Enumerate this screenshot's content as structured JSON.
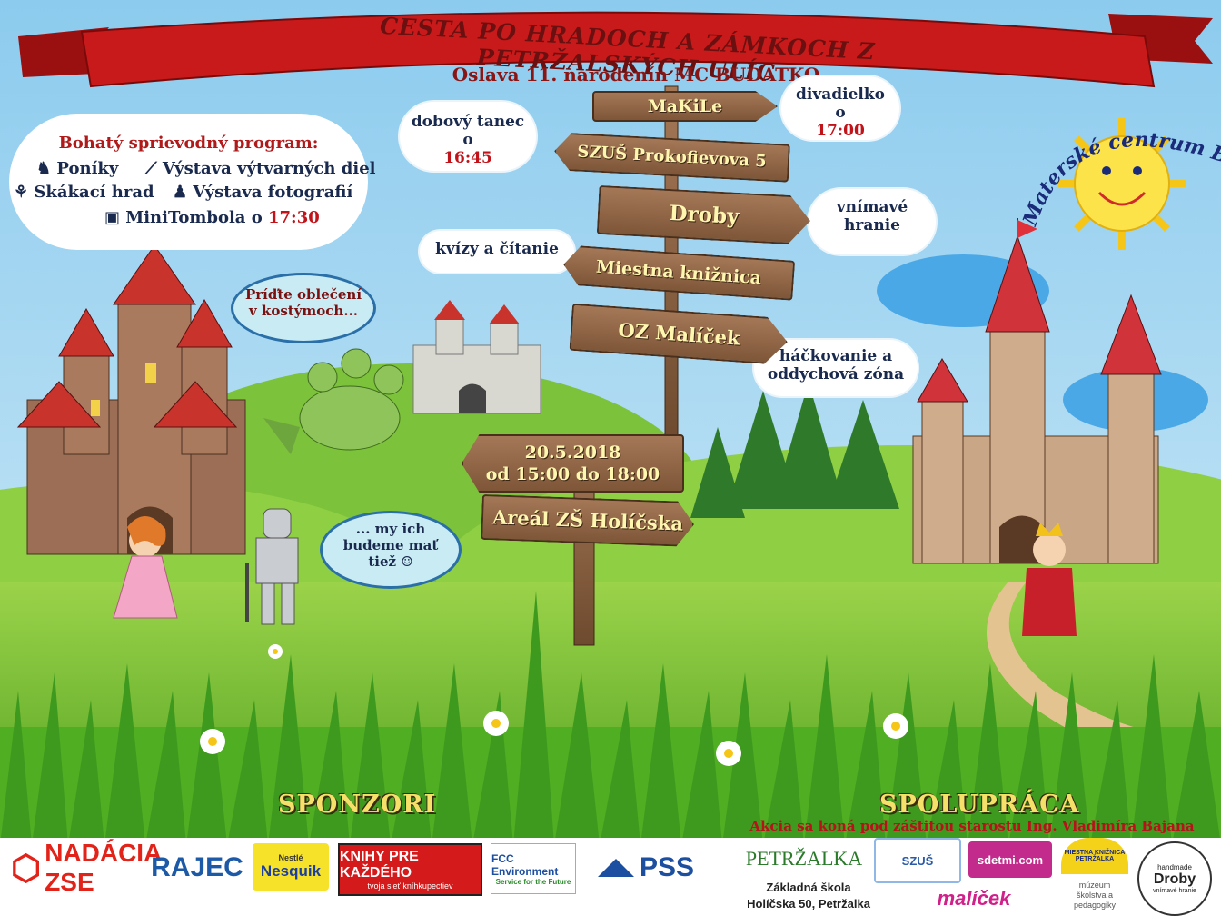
{
  "banner": {
    "title": "CESTA PO HRADOCH A ZÁMKOCH Z PETRŽALSKÝCH ULÍC",
    "subtitle": "Oslava 11. narodenín MC BUDATKO",
    "ribbon_color": "#c81a1a"
  },
  "program": {
    "title": "Bohatý sprievodný program:",
    "items": [
      {
        "icon": "horse-icon",
        "label": "Poníky"
      },
      {
        "icon": "brush-icon",
        "label": "Výstava výtvarných diel"
      },
      {
        "icon": "jumping-icon",
        "label": "Skákací hrad"
      },
      {
        "icon": "person-icon",
        "label": "Výstava fotografií"
      },
      {
        "icon": "gift-icon",
        "label": "MiniTombola o ",
        "time": "17:30"
      }
    ]
  },
  "signpost": {
    "boards": [
      {
        "label": "MaKiLe"
      },
      {
        "label": "SZUŠ Prokofievova 5"
      },
      {
        "label": "Droby"
      },
      {
        "label": "Miestna knižnica"
      },
      {
        "label": "OZ Malíček"
      },
      {
        "label": "20.5.2018"
      },
      {
        "label": "od 15:00 do 18:00"
      },
      {
        "label": "Areál ZŠ Holíčska"
      }
    ]
  },
  "clouds": {
    "theatre": {
      "line1": "divadielko",
      "line2": "o ",
      "time": "17:00"
    },
    "dance": {
      "line1": "dobový tanec",
      "line2": "o ",
      "time": "16:45"
    },
    "play": {
      "line1": "vnímavé",
      "line2": "hranie"
    },
    "quiz": {
      "line1": "kvízy a čítanie"
    },
    "crochet": {
      "line1": "háčkovanie a",
      "line2": "oddychová zóna"
    }
  },
  "bubbles": {
    "dragon": {
      "line1": "Príďte oblečení",
      "line2": "v kostýmoch..."
    },
    "knight": {
      "line1": "... my ich",
      "line2": "budeme mať",
      "line3": "tiež ☺"
    }
  },
  "mc_title": "Materské centrum Budatko",
  "sponsors": {
    "label": "SPONZORI",
    "logos": [
      "NADÁCIA ZSE",
      "RAJEC",
      "Nesquik",
      "KNIHY PRE KAŽDÉHO",
      "FCC Environment",
      "PSS"
    ],
    "knihy_sub": "tvoja sieť kníhkupectiev",
    "fcc_sub": "Service for the Future",
    "nestle": "Nestlé"
  },
  "cooperation": {
    "label": "SPOLUPRÁCA",
    "patron": "Akcia sa koná pod záštitou starostu Ing. Vladimíra Bajana",
    "logos": [
      "PETRŽALKA",
      "SZUŠ",
      "sdetmi.com",
      "MIESTNA KNIŽNICA PETRŽALKA",
      "Droby"
    ],
    "school_line1": "Základná škola",
    "school_line2": "Holíčska 50, Petržalka",
    "malicek": "malíček",
    "muzeum_line1": "múzeum",
    "muzeum_line2": "školstva a",
    "muzeum_line3": "pedagogiky",
    "droby_top": "handmade",
    "droby_bottom": "vnímavé hranie"
  }
}
